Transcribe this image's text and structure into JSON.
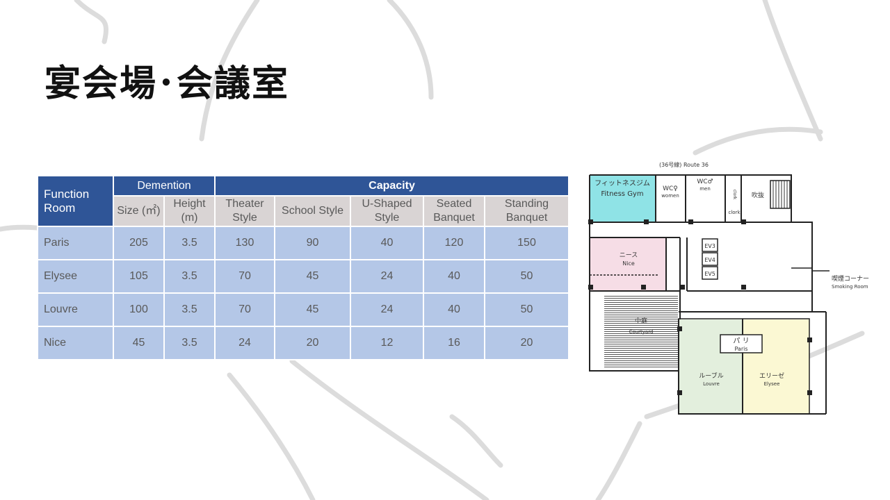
{
  "page": {
    "title": "宴会場･会議室"
  },
  "table": {
    "function_room": "Function Room",
    "dimension": "Demention",
    "capacity": "Capacity",
    "size": "Size (㎡)",
    "height": "Height (m)",
    "theater": "Theater Style",
    "school": "School Style",
    "ushaped": "U-Shaped Style",
    "seated": "Seated Banquet",
    "standing": "Standing Banquet",
    "rows": [
      {
        "name": "Paris",
        "size": "205",
        "height": "3.5",
        "theater": "130",
        "school": "90",
        "ushaped": "40",
        "seated": "120",
        "standing": "150"
      },
      {
        "name": "Elysee",
        "size": "105",
        "height": "3.5",
        "theater": "70",
        "school": "45",
        "ushaped": "24",
        "seated": "40",
        "standing": "50"
      },
      {
        "name": "Louvre",
        "size": "100",
        "height": "3.5",
        "theater": "70",
        "school": "45",
        "ushaped": "24",
        "seated": "40",
        "standing": "50"
      },
      {
        "name": "Nice",
        "size": "45",
        "height": "3.5",
        "theater": "24",
        "school": "20",
        "ushaped": "12",
        "seated": "16",
        "standing": "20"
      }
    ]
  },
  "floorplan": {
    "route": "(36号線) Route 36",
    "fitness_jp": "フィットネスジム",
    "fitness_en": "Fitness Gym",
    "wc_women": "WC♀",
    "women": "women",
    "wc_men": "WC♂",
    "men": "men",
    "clork1": "clork",
    "clork2": "clork",
    "fukinuke": "吹抜",
    "nice_jp": "ニース",
    "nice_en": "Nice",
    "ev3": "EV3",
    "ev4": "EV4",
    "ev5": "EV5",
    "smoking_jp": "喫煙コーナー",
    "smoking_en": "Smoking Room",
    "courtyard_jp": "中庭",
    "courtyard_en": "Courtyard",
    "paris_jp": "パ リ",
    "paris_en": "Paris",
    "louvre_jp": "ルーブル",
    "louvre_en": "Louvre",
    "elysee_jp": "エリーゼ",
    "elysee_en": "Elysee"
  }
}
